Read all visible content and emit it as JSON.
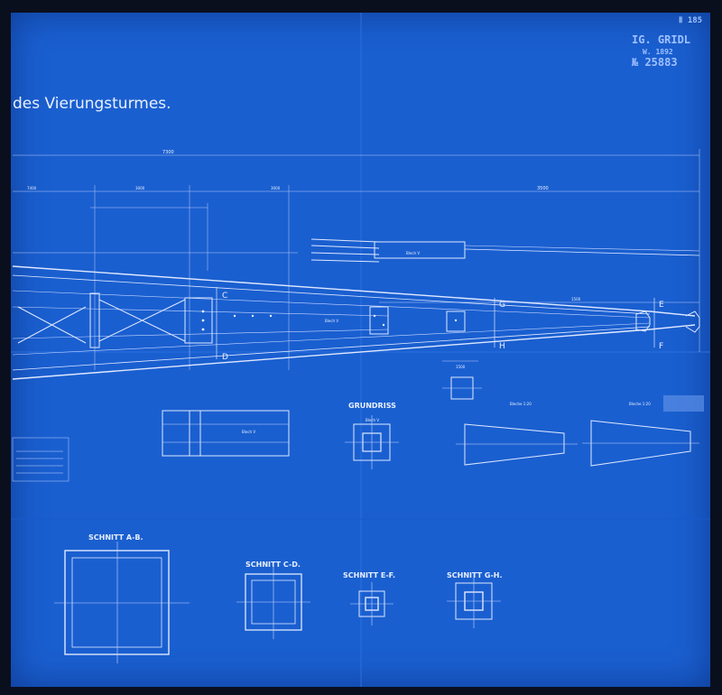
{
  "title": "des Vierungsturmes.",
  "stamp": {
    "line1": "IG. GRIDL",
    "line2": "W. 1892",
    "number": "№ 25883",
    "corner": "Ⅱ 185"
  },
  "sections": {
    "grundriss": "GRUNDRISS",
    "ab": "SCHNITT A-B.",
    "cd": "SCHNITT C-D.",
    "ef": "SCHNITT E-F.",
    "gh": "SCHNITT G-H."
  },
  "section_letters": {
    "c": "C",
    "d": "D",
    "g": "G",
    "h": "H",
    "e": "E",
    "f": "F"
  },
  "dimensions": {
    "overall": "7300",
    "span": "3500",
    "d1": "7400",
    "d2": "3000",
    "d3": "3000",
    "d4": "1500",
    "d5": "1500"
  },
  "labels": {
    "blech": "Blech V",
    "blech2": "Blech V",
    "blech3": "Blech V",
    "blech4": "Blech V",
    "maass1": "Bleche 1:20",
    "maass2": "Bleche 1:20"
  },
  "colors": {
    "paper": "#1a5fd0",
    "ink": "#e8f0ff"
  }
}
